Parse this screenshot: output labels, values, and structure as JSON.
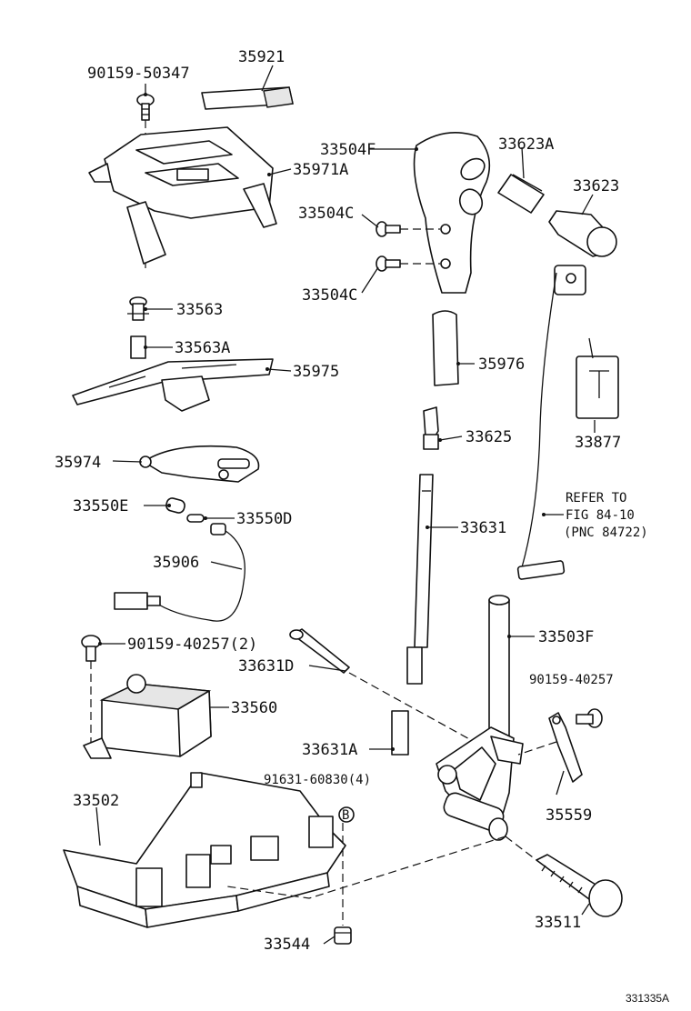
{
  "parts": {
    "p_90159_50347": "90159-50347",
    "p_35921": "35921",
    "p_35971A": "35971A",
    "p_33563": "33563",
    "p_33563A": "33563A",
    "p_35975": "35975",
    "p_35974": "35974",
    "p_33550E": "33550E",
    "p_33550D": "33550D",
    "p_35906": "35906",
    "p_90159_40257_2": "90159-40257(2)",
    "p_33560": "33560",
    "p_33502": "33502",
    "p_33504F": "33504F",
    "p_33504C_top": "33504C",
    "p_33504C_bot": "33504C",
    "p_33623A": "33623A",
    "p_33623": "33623",
    "p_35976": "35976",
    "p_33625": "33625",
    "p_33631": "33631",
    "p_33877": "33877",
    "p_33631D": "33631D",
    "p_33503F": "33503F",
    "p_90159_40257": "90159-40257",
    "p_33631A": "33631A",
    "p_91631_60830": "91631-60830(4)",
    "p_35559": "35559",
    "p_33511": "33511",
    "p_33544": "33544"
  },
  "refer": {
    "line1": "REFER TO",
    "line2": "FIG 84-10",
    "line3": "(PNC 84722)"
  },
  "marker_b": "B",
  "figure_code": "331335A"
}
